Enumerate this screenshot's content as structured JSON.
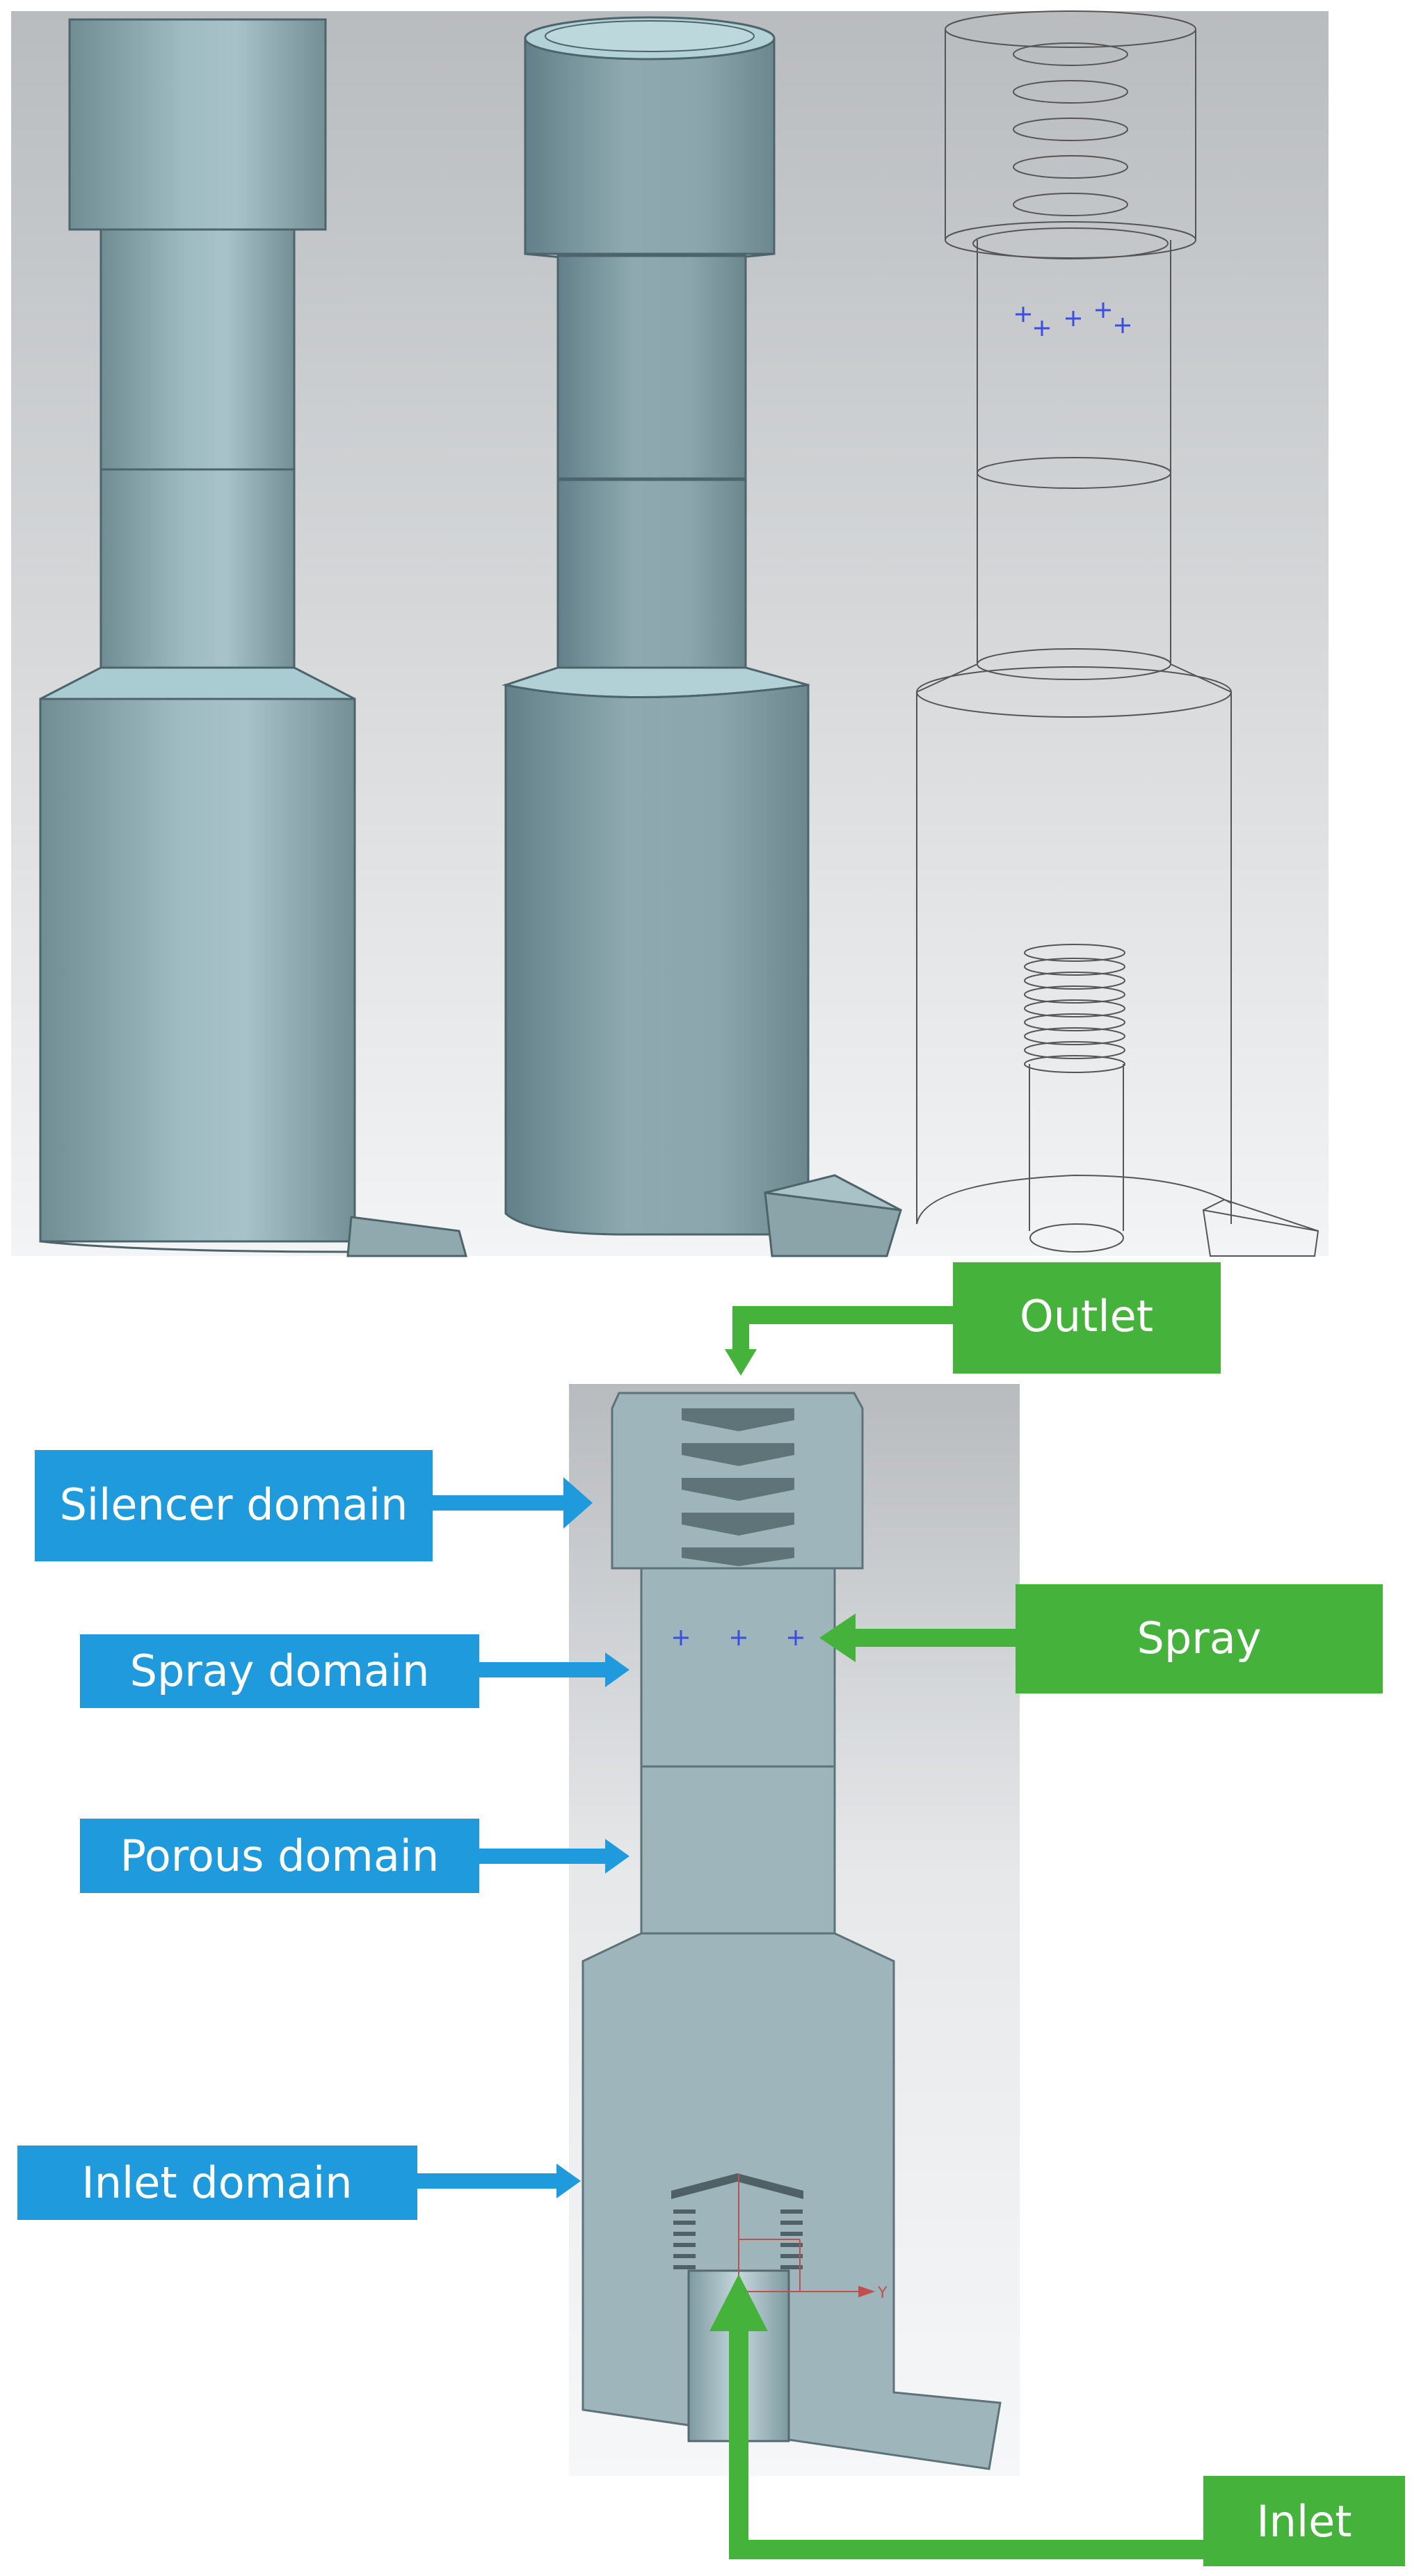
{
  "labels": {
    "outlet": "Outlet",
    "spray": "Spray",
    "inlet": "Inlet",
    "silencer_domain": "Silencer domain",
    "spray_domain": "Spray domain",
    "porous_domain": "Porous domain",
    "inlet_domain": "Inlet domain"
  },
  "axis_marker": "Y",
  "colors": {
    "domain_label_blue": "#1f9bdd",
    "boundary_label_green": "#45b23b",
    "body_teal": "#8aa8ae",
    "section_fill": "#9db5bb"
  }
}
